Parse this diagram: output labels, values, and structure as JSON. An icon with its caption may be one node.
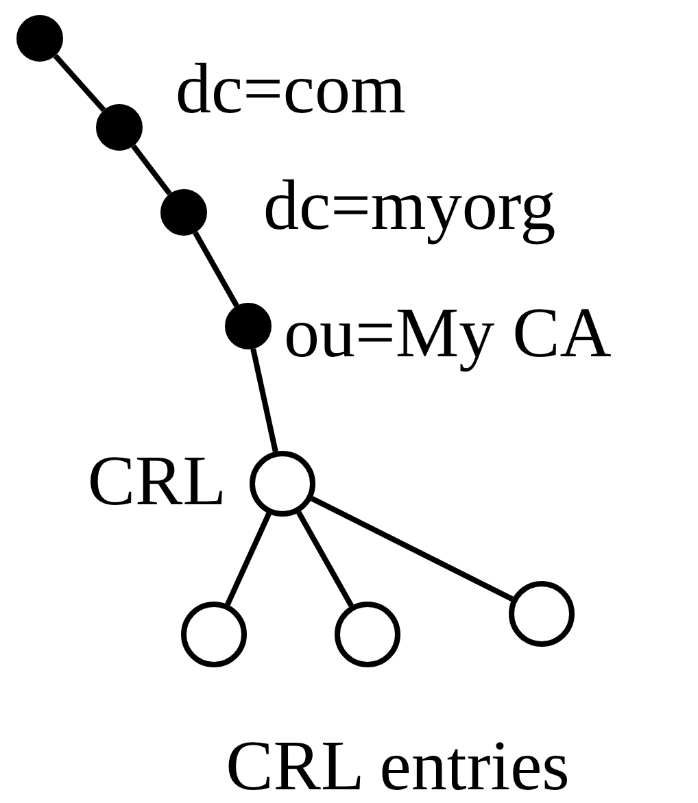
{
  "diagram": {
    "nodes": [
      {
        "text": [],
        "shape": "dot"
      },
      {
        "text": [],
        "shape": "dot",
        "beside": [
          "dc=com"
        ]
      },
      {
        "text": [],
        "shape": "dot",
        "beside": [
          "dc=myorg"
        ]
      },
      {
        "text": [],
        "shape": "dot",
        "beside": [
          "ou=My CA"
        ]
      },
      {
        "text": [],
        "shape": "circle",
        "beside": [
          "CRL"
        ]
      },
      {
        "text": [],
        "shape": "circle"
      },
      {
        "text": [],
        "shape": "circle"
      },
      {
        "text": [],
        "shape": "circle"
      }
    ],
    "edges": [
      {
        "from": 0,
        "to": 1,
        "arrow": "none"
      },
      {
        "from": 1,
        "to": 2,
        "arrow": "none"
      },
      {
        "from": 2,
        "to": 3,
        "arrow": "none"
      },
      {
        "from": 3,
        "to": 4,
        "arrow": "none"
      },
      {
        "from": 4,
        "to": 5,
        "arrow": "none"
      },
      {
        "from": 4,
        "to": 6,
        "arrow": "none"
      },
      {
        "from": 4,
        "to": 7,
        "arrow": "none"
      }
    ],
    "labels": [
      "CRL entries"
    ]
  }
}
